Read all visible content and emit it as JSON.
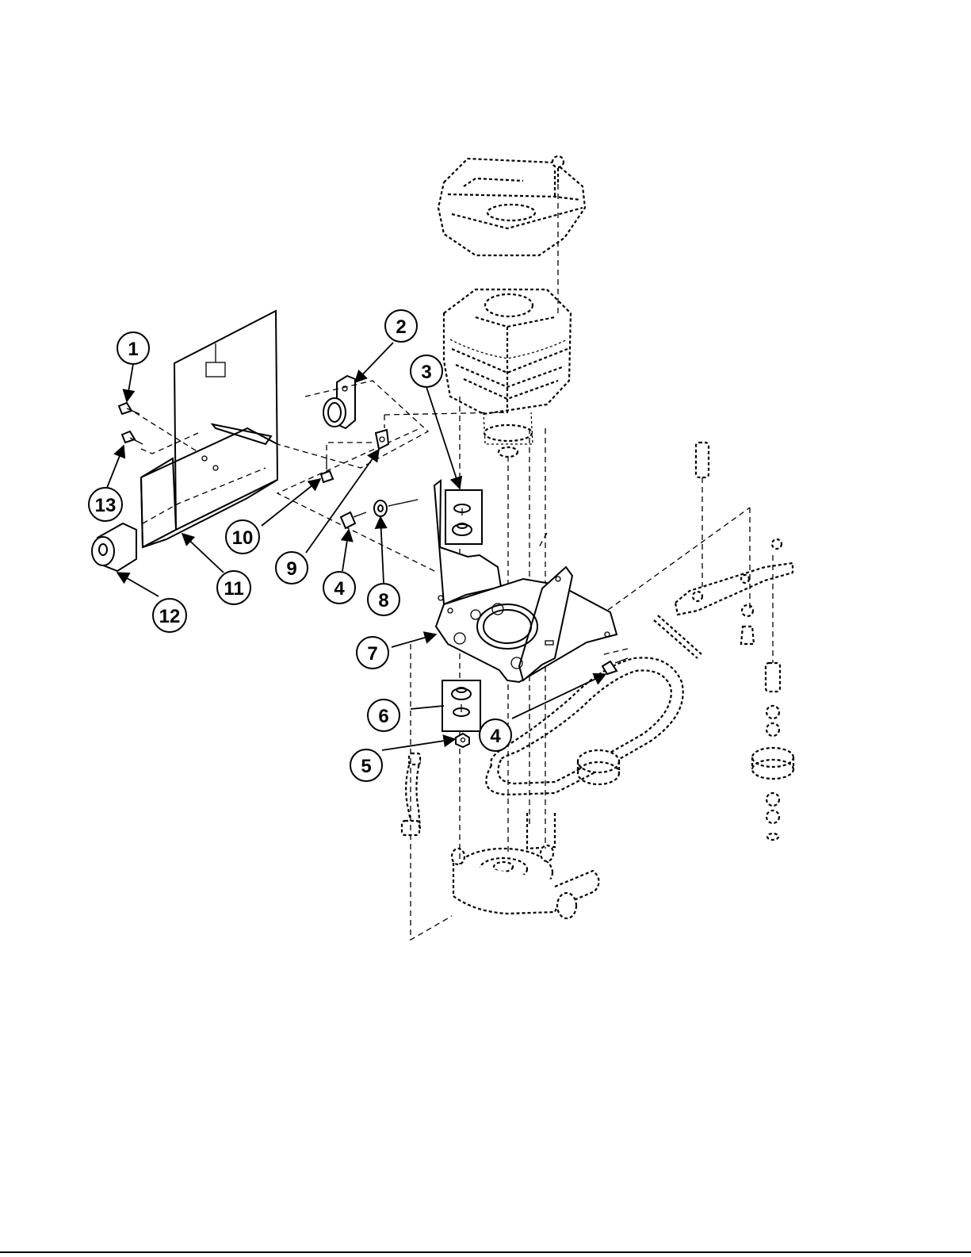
{
  "callouts": [
    {
      "label": "1"
    },
    {
      "label": "2"
    },
    {
      "label": "3"
    },
    {
      "label": "13"
    },
    {
      "label": "10"
    },
    {
      "label": "9"
    },
    {
      "label": "4"
    },
    {
      "label": "8"
    },
    {
      "label": "11"
    },
    {
      "label": "12"
    },
    {
      "label": "7"
    },
    {
      "label": "6"
    },
    {
      "label": "4"
    },
    {
      "label": "5"
    }
  ],
  "colors": {
    "ink": "#000000",
    "paper": "#ffffff"
  }
}
